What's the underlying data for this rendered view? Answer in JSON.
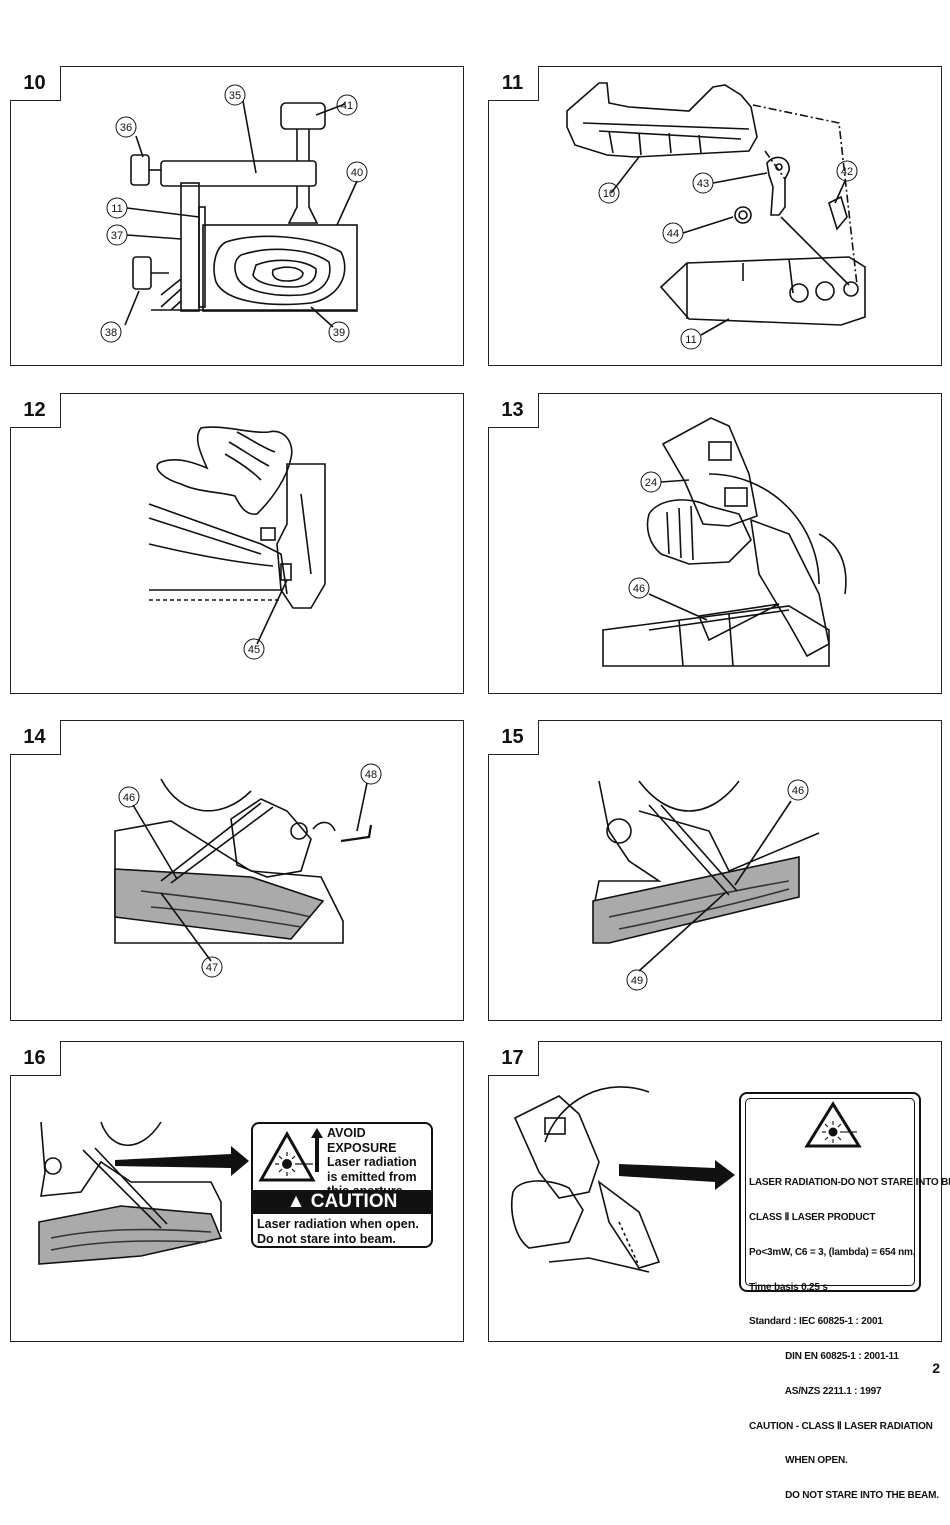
{
  "page": {
    "number": "2"
  },
  "figures": [
    {
      "id": "10",
      "callouts": [
        "35",
        "36",
        "41",
        "40",
        "11",
        "37",
        "38",
        "39"
      ]
    },
    {
      "id": "11",
      "callouts": [
        "10",
        "43",
        "42",
        "44",
        "11"
      ]
    },
    {
      "id": "12",
      "callouts": [
        "45"
      ]
    },
    {
      "id": "13",
      "callouts": [
        "24",
        "46"
      ]
    },
    {
      "id": "14",
      "callouts": [
        "48",
        "46",
        "47"
      ]
    },
    {
      "id": "15",
      "callouts": [
        "46",
        "49"
      ]
    },
    {
      "id": "16",
      "callouts": []
    },
    {
      "id": "17",
      "callouts": []
    }
  ],
  "warning_label": {
    "line1": "AVOID EXPOSURE",
    "line2": "Laser radiation",
    "line3": "is emitted from",
    "line4": "this aperture.",
    "caution": "CAUTION",
    "line5": "Laser radiation when open.",
    "line6": "Do not stare into beam."
  },
  "class_label": {
    "lines": [
      "LASER RADIATION-DO NOT STARE INTO BEAM",
      "CLASS Ⅱ LASER PRODUCT",
      "Po<3mW, C6 = 3, (lambda) = 654 nm,",
      "Time basis 0.25 s",
      "Standard : IEC 60825-1 : 2001",
      "              DIN EN 60825-1 : 2001-11",
      "              AS/NZS 2211.1 : 1997",
      "CAUTION - CLASS Ⅱ LASER RADIATION",
      "              WHEN OPEN.",
      "              DO NOT STARE INTO THE BEAM."
    ]
  }
}
